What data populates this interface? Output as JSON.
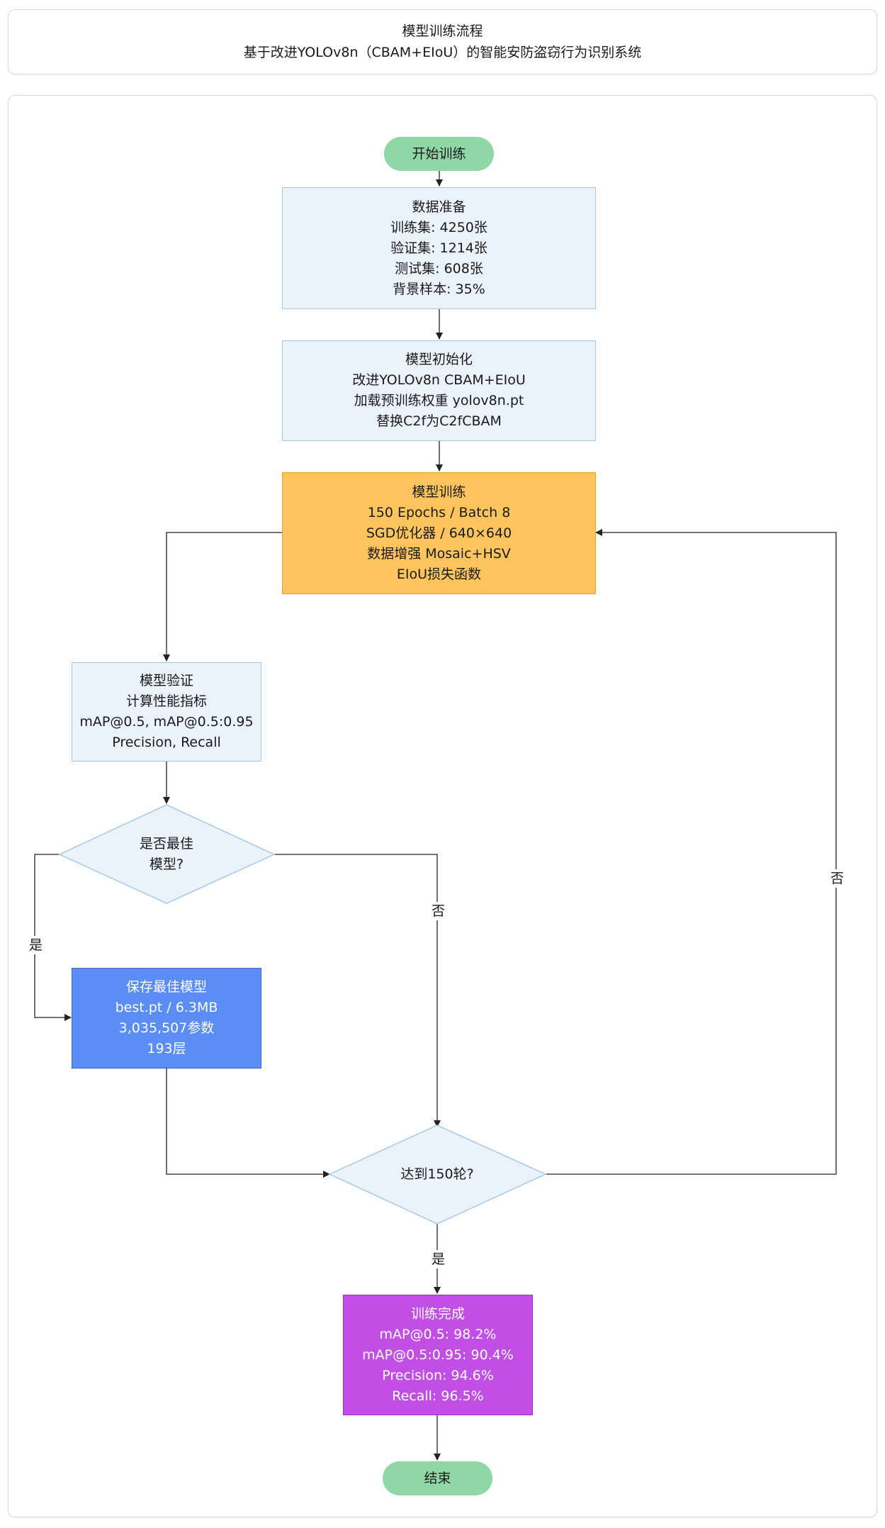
{
  "header": {
    "title": "模型训练流程",
    "subtitle": "基于改进YOLOv8n（CBAM+EIoU）的智能安防盗窃行为识别系统"
  },
  "nodes": {
    "start": "开始训练",
    "data_prep": [
      "数据准备",
      "训练集: 4250张",
      "验证集: 1214张",
      "测试集: 608张",
      "背景样本: 35%"
    ],
    "model_init": [
      "模型初始化",
      "改进YOLOv8n CBAM+EIoU",
      "加载预训练权重 yolov8n.pt",
      "替换C2f为C2fCBAM"
    ],
    "train": [
      "模型训练",
      "150 Epochs / Batch 8",
      "SGD优化器 / 640×640",
      "数据增强 Mosaic+HSV",
      "EIoU损失函数"
    ],
    "validate": [
      "模型验证",
      "计算性能指标",
      "mAP@0.5, mAP@0.5:0.95",
      "Precision, Recall"
    ],
    "is_best": [
      "是否最佳",
      "模型?"
    ],
    "save_best": [
      "保存最佳模型",
      "best.pt / 6.3MB",
      "3,035,507参数",
      "193层"
    ],
    "reach_150": [
      "达到150轮?"
    ],
    "done": [
      "训练完成",
      "mAP@0.5: 98.2%",
      "mAP@0.5:0.95: 90.4%",
      "Precision: 94.6%",
      "Recall: 96.5%"
    ],
    "end": "结束"
  },
  "edge_labels": {
    "best_yes": "是",
    "best_no": "否",
    "loop_no": "否",
    "reach_yes": "是"
  },
  "colors": {
    "terminal": "#8fd7a5",
    "process": "#eaf2fc",
    "training": "#ffc55c",
    "save": "#5a8df5",
    "complete": "#c14fe6",
    "decision": "#eaf2fc"
  }
}
